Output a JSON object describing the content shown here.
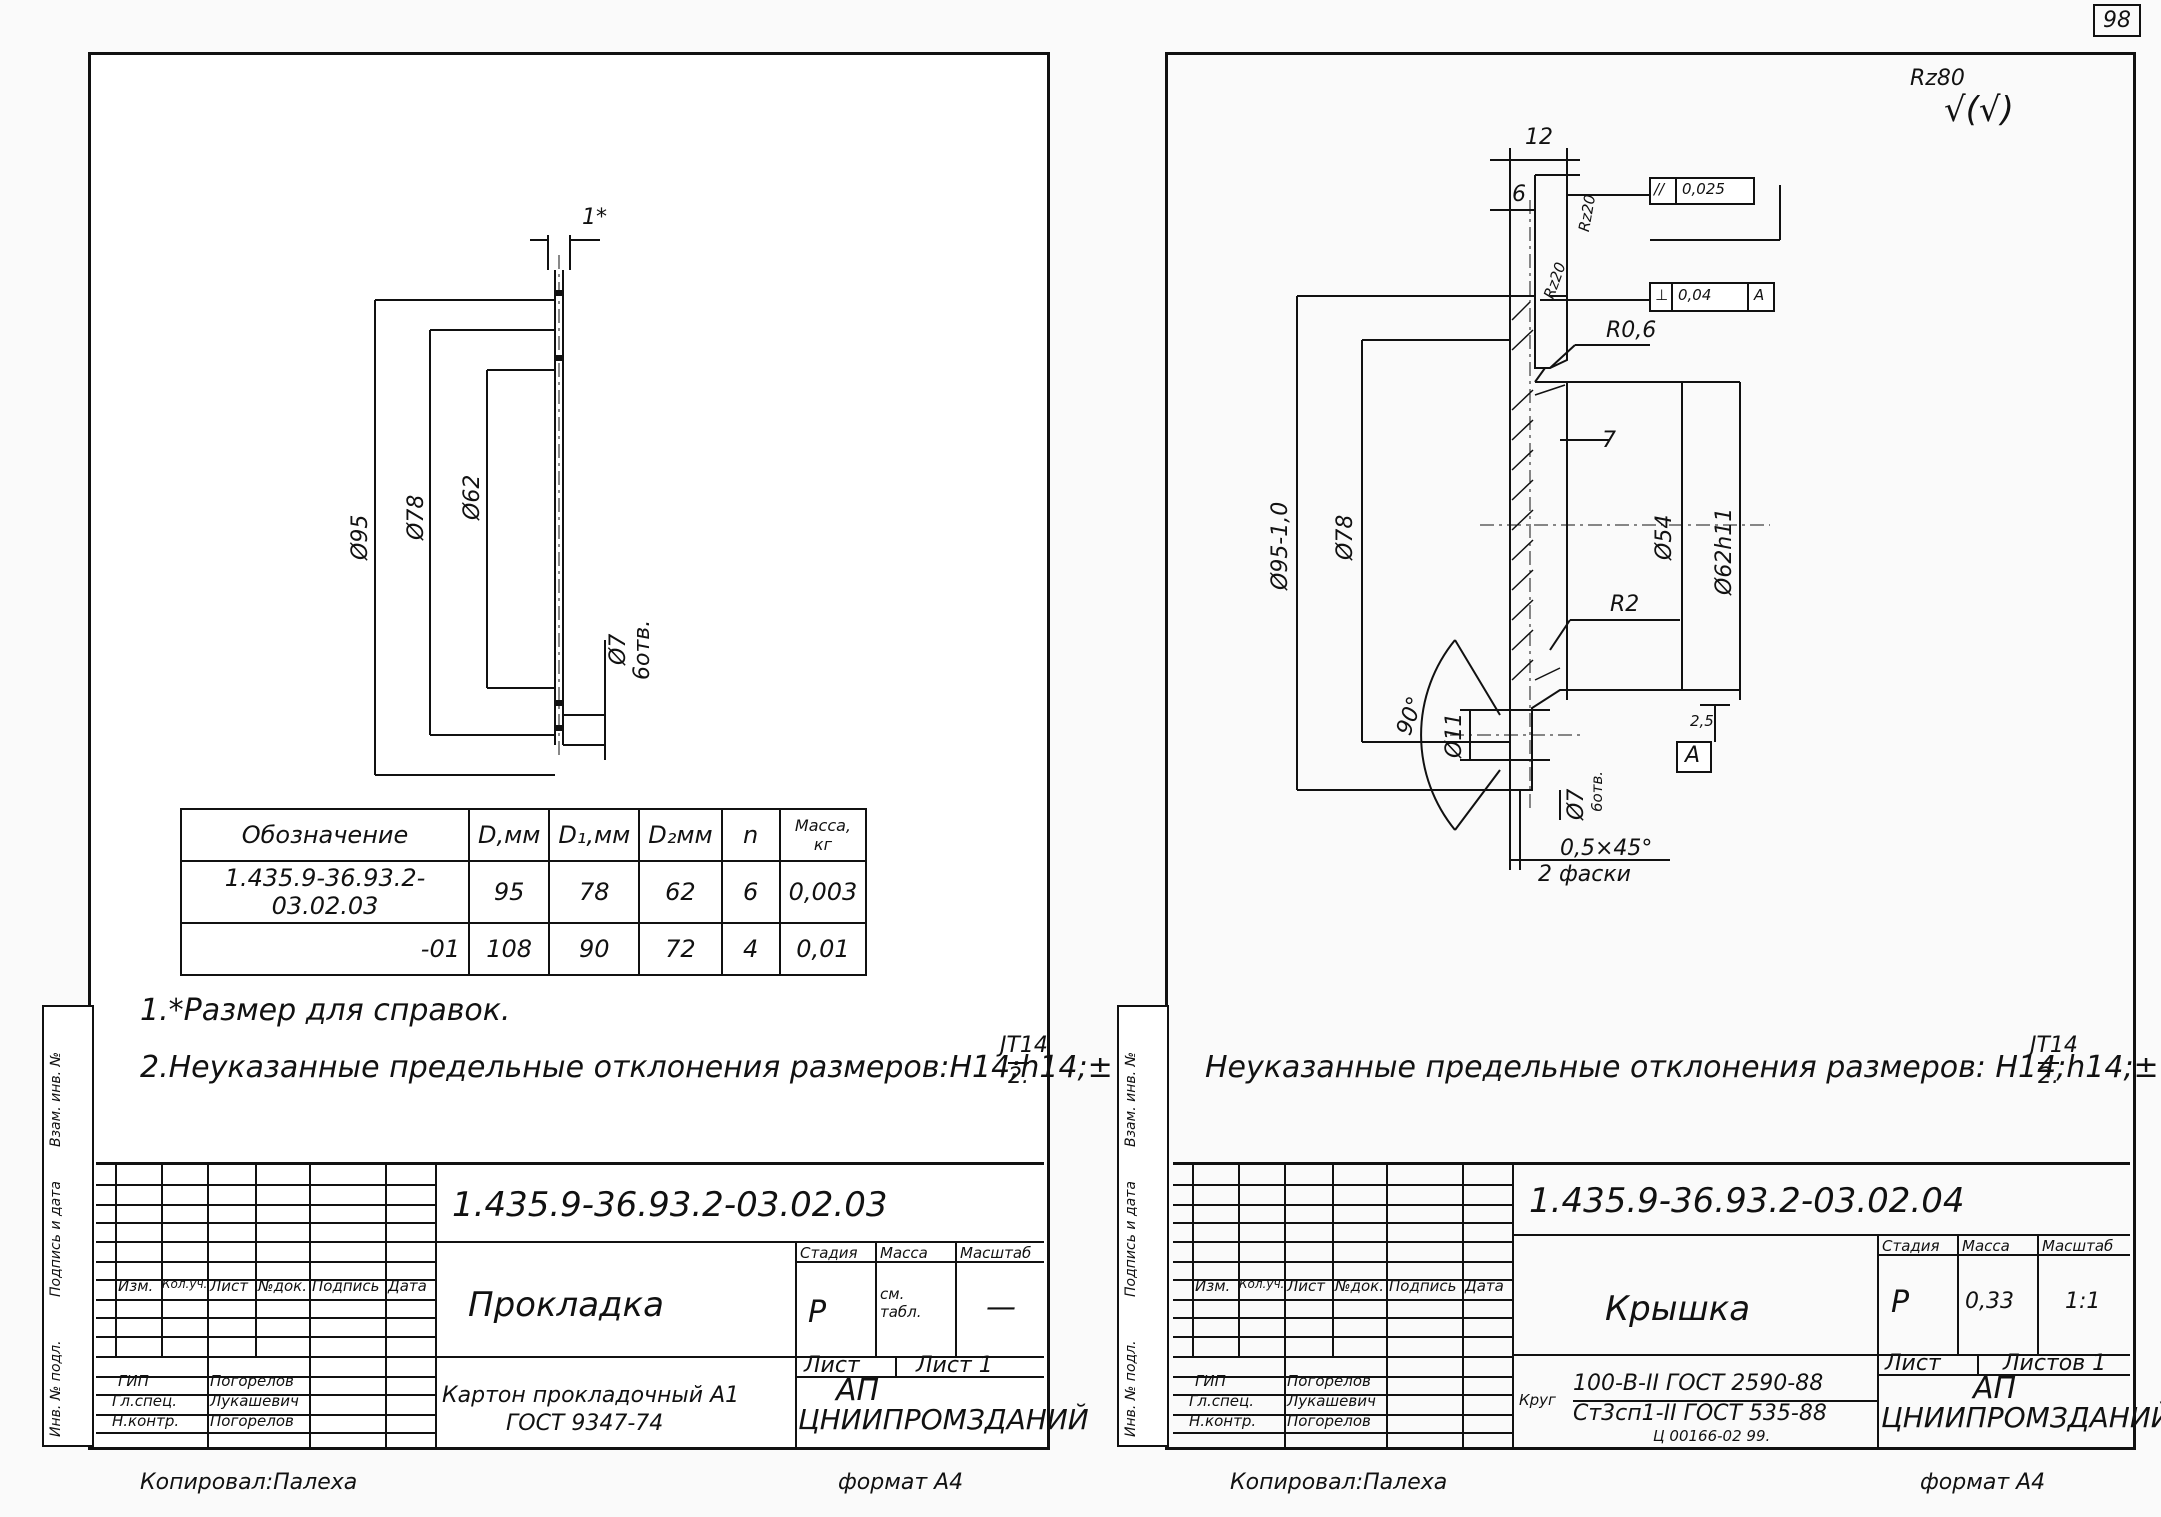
{
  "page_number": "98",
  "roughness": {
    "main": "Rz80",
    "suffix": "√(√)"
  },
  "left": {
    "dims": {
      "d_outer": "Ø95",
      "d_bolt": "Ø78",
      "d_inner": "Ø62",
      "hole": "Ø7",
      "hole_count": "6отв.",
      "thickness": "1*"
    },
    "table": {
      "headers": [
        "Обозначение",
        "D,мм",
        "D₁,мм",
        "D₂мм",
        "n",
        "Масса, кг"
      ],
      "rows": [
        [
          "1.435.9-36.93.2-03.02.03",
          "95",
          "78",
          "62",
          "6",
          "0,003"
        ],
        [
          "-01",
          "108",
          "90",
          "72",
          "4",
          "0,01"
        ]
      ]
    },
    "note1": "1.*Размер для справок.",
    "note2": "2.Неуказанные предельные отклонения размеров:H14;h14;±",
    "tol_num": "JT14",
    "tol_den": "2.",
    "designation": "1.435.9-36.93.2-03.02.03",
    "title": "Прокладка",
    "material_line1": "Картон прокладочный А1",
    "material_line2": "ГОСТ 9347-74",
    "stage": "Р",
    "mass": "см. табл.",
    "scale": "—",
    "sheet": "Лист",
    "sheets": "Лист 1",
    "org1": "АП",
    "org2": "ЦНИИПРОМЗДАНИЙ"
  },
  "right": {
    "dims": {
      "d95": "Ø95-1,0",
      "d78": "Ø78",
      "d54": "Ø54",
      "d62": "Ø62h11",
      "d11": "Ø11",
      "d7": "Ø7",
      "holes": "6отв.",
      "w12": "12",
      "w6": "6",
      "w7": "7",
      "r06": "R0,6",
      "r2": "R2",
      "angle": "90°",
      "chamfer": "0,5×45°",
      "chamfer2": "2 фаски",
      "rz20a": "Rz20",
      "rz20b": "Rz20",
      "rz25": "2,5",
      "tol1_sym": "//",
      "tol1_val": "0,025",
      "tol2_sym": "⊥",
      "tol2_val": "0,04",
      "tol2_base": "A",
      "datum": "A"
    },
    "note": "Неуказанные предельные отклонения размеров: H14;h14;±",
    "tol_num": "JT14",
    "tol_den": "2.",
    "designation": "1.435.9-36.93.2-03.02.04",
    "title": "Крышка",
    "material_prefix": "Круг",
    "material_line1": "100-В-II ГОСТ 2590-88",
    "material_line2": "Ст3сп1-II ГОСТ 535-88",
    "stage": "Р",
    "mass": "0,33",
    "scale": "1:1",
    "sheet": "Лист",
    "sheets": "Листов 1",
    "org1": "АП",
    "org2": "ЦНИИПРОМЗДАНИЙ",
    "archive": "Ц 00166-02  99."
  },
  "stamp": {
    "headers": [
      "Изм.",
      "Кол.уч.",
      "Лист",
      "№док.",
      "Подпись",
      "Дата"
    ],
    "col_stage": "Стадия",
    "col_mass": "Масса",
    "col_scale": "Масштаб",
    "roles": [
      "ГИП",
      "Гл.спец.",
      "Н.контр."
    ],
    "names": [
      "Погорелов",
      "Лукашевич",
      "Погорелов"
    ]
  },
  "side_labels": [
    "Взам. инв. №",
    "Подпись и дата",
    "Инв. № подл."
  ],
  "footer": {
    "copied": "Копировал:Палеха",
    "format": "формат А4"
  }
}
